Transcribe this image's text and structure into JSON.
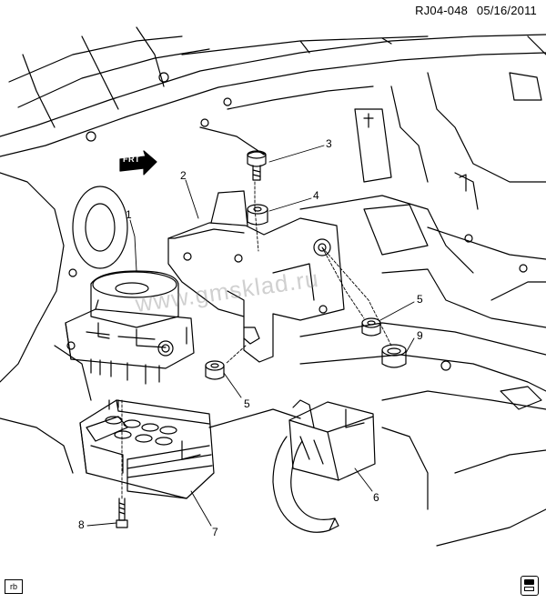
{
  "header": {
    "code": "RJ04-048",
    "date": "05/16/2011"
  },
  "front_label": "FRT",
  "watermark": "www.gmsklad.ru",
  "corner_label": "rb",
  "callouts": [
    {
      "id": "1",
      "label": "1"
    },
    {
      "id": "2",
      "label": "2"
    },
    {
      "id": "3",
      "label": "3"
    },
    {
      "id": "4",
      "label": "4"
    },
    {
      "id": "5a",
      "label": "5"
    },
    {
      "id": "5b",
      "label": "5"
    },
    {
      "id": "6",
      "label": "6"
    },
    {
      "id": "7",
      "label": "7"
    },
    {
      "id": "8",
      "label": "8"
    },
    {
      "id": "9",
      "label": "9"
    }
  ]
}
